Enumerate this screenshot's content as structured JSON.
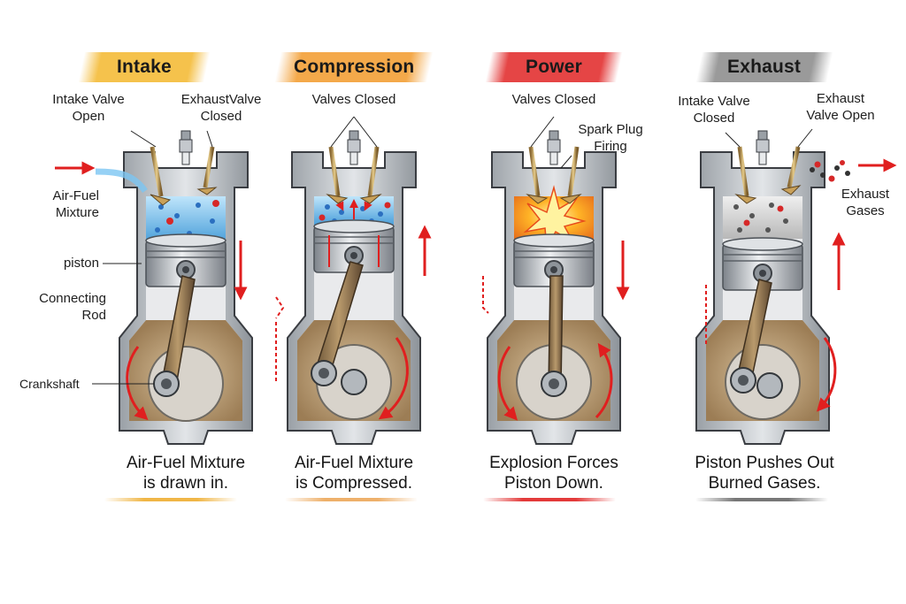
{
  "stages": [
    {
      "title": "Intake",
      "caption_line1": "Air-Fuel Mixture",
      "caption_line2": "is drawn in.",
      "banner_color": "#f5c24c",
      "underline_color": "#f0b646",
      "chamber_color": "#5eb5e8"
    },
    {
      "title": "Compression",
      "caption_line1": "Air-Fuel Mixture",
      "caption_line2": "is Compressed.",
      "banner_color": "#f4a94a",
      "underline_color": "#eeb06a",
      "chamber_color": "#66bdee"
    },
    {
      "title": "Power",
      "caption_line1": "Explosion Forces",
      "caption_line2": "Piston Down.",
      "banner_color": "#e54545",
      "underline_color": "#e33a3a",
      "chamber_color": "#f3a11c"
    },
    {
      "title": "Exhaust",
      "caption_line1": "Piston Pushes Out",
      "caption_line2": "Burned Gases.",
      "banner_color": "#9a9a9a",
      "underline_color": "#777777",
      "chamber_color": "#cfcfcf"
    }
  ],
  "labels": {
    "intake_valve_line1": "Intake Valve",
    "intake_valve_line2": "Open",
    "exhaust_valve_closed_line1": "ExhaustValve",
    "exhaust_valve_closed_line2": "Closed",
    "air_fuel_line1": "Air-Fuel",
    "air_fuel_line2": "Mixture",
    "piston": "piston",
    "connecting_rod_line1": "Connecting",
    "connecting_rod_line2": "Rod",
    "crankshaft": "Crankshaft",
    "valves_closed_compression": "Valves Closed",
    "valves_closed_power": "Valves Closed",
    "spark_plug_line1": "Spark Plug",
    "spark_plug_line2": "Firing",
    "intake_valve_closed_line1": "Intake Valve",
    "intake_valve_closed_line2": "Closed",
    "exhaust_valve_open_line1": "Exhaust",
    "exhaust_valve_open_line2": "Valve Open",
    "exhaust_gases_line1": "Exhaust",
    "exhaust_gases_line2": "Gases"
  },
  "colors": {
    "arrow_red": "#e01f1f",
    "metal": "#b9bec4",
    "metal_dark": "#6c7178",
    "crankcase": "#b79a72",
    "valve_gold": "#c9a15a"
  }
}
